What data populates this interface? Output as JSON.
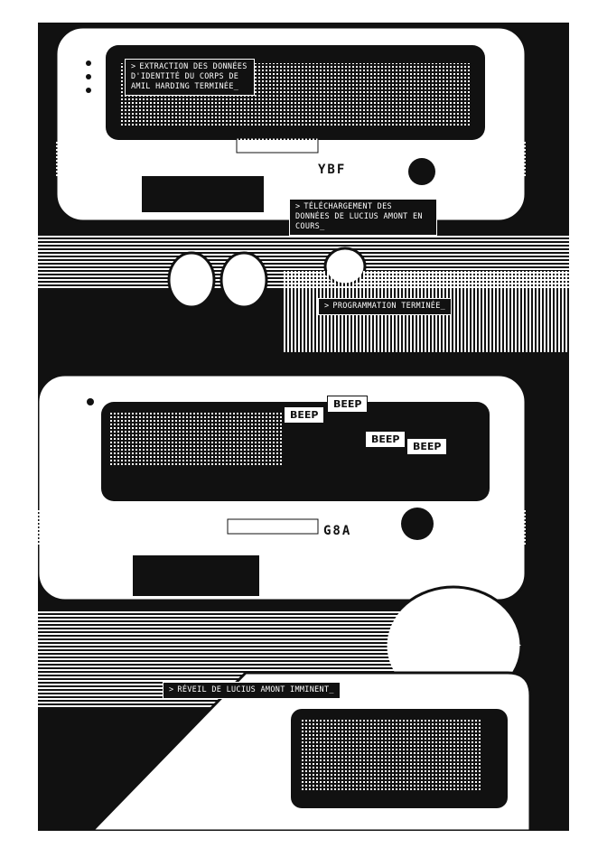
{
  "captions": [
    {
      "arrow": ">",
      "text": "Extraction des données d'identité du corps de Amil Harding terminée_"
    },
    {
      "arrow": ">",
      "text": "Téléchargement des données de Lucius Amont en cours_"
    },
    {
      "arrow": ">",
      "text": "Programmation terminée_"
    },
    {
      "arrow": ">",
      "text": "Réveil de Lucius Amont imminent_"
    }
  ],
  "sound_effects": [
    "BEEP",
    "BEEP",
    "BEEP",
    "BEEP"
  ],
  "logos": [
    "YBF",
    "G8A"
  ],
  "colors": {
    "ink": "#111111",
    "paper": "#ffffff"
  }
}
